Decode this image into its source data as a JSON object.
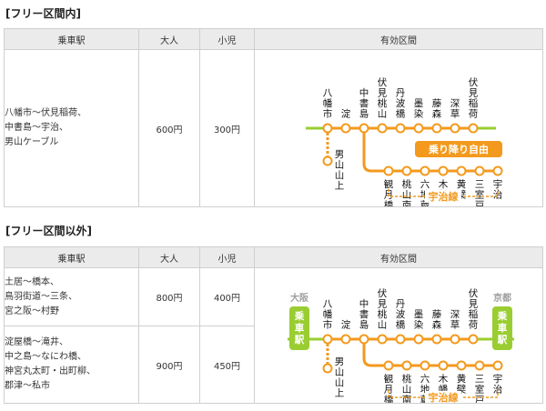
{
  "section1": {
    "title": "[フリー区間内]",
    "headers": {
      "section": "乗車駅",
      "adult": "大人",
      "child": "小児",
      "range": "有効区間"
    },
    "row": {
      "lines": [
        "八幡市～伏見稲荷、",
        "中書島～宇治、",
        "男山ケーブル"
      ],
      "adult": "600円",
      "child": "300円"
    },
    "map": {
      "main_stations": [
        "八幡市",
        "淀",
        "中書島",
        "伏見桃山",
        "丹波橋",
        "墨染",
        "藤森",
        "深草",
        "伏見稲荷"
      ],
      "uji_stations": [
        "観月橋",
        "桃山南口",
        "六地蔵",
        "木幡",
        "黄檗",
        "三室戸",
        "宇治"
      ],
      "cable_station": "男山山上",
      "badge": "乗り降り自由",
      "uji_line": "宇治線"
    }
  },
  "section2": {
    "title": "[フリー区間以外]",
    "headers": {
      "section": "乗車駅",
      "adult": "大人",
      "child": "小児",
      "range": "有効区間"
    },
    "rows": [
      {
        "lines": [
          "土居～橋本、",
          "鳥羽街道～三条、",
          "宮之阪～村野"
        ],
        "adult": "800円",
        "child": "400円"
      },
      {
        "lines": [
          "淀屋橋～滝井、",
          "中之島～なにわ橋、",
          "神宮丸太町・出町柳、",
          "郡津～私市"
        ],
        "adult": "900円",
        "child": "450円"
      }
    ],
    "map": {
      "left_label": "大阪",
      "right_label": "京都",
      "boarding": "乗車駅",
      "main_stations": [
        "八幡市",
        "淀",
        "中書島",
        "伏見桃山",
        "丹波橋",
        "墨染",
        "藤森",
        "深草",
        "伏見稲荷"
      ],
      "uji_stations": [
        "観月橋",
        "桃山南口",
        "六地蔵",
        "木幡",
        "黄檗",
        "三室戸",
        "宇治"
      ],
      "cable_station": "男山山上",
      "uji_line": "宇治線"
    }
  },
  "colors": {
    "orange": "#f39a1e",
    "green": "#9acd32",
    "gray_label": "#9e9e9e"
  }
}
